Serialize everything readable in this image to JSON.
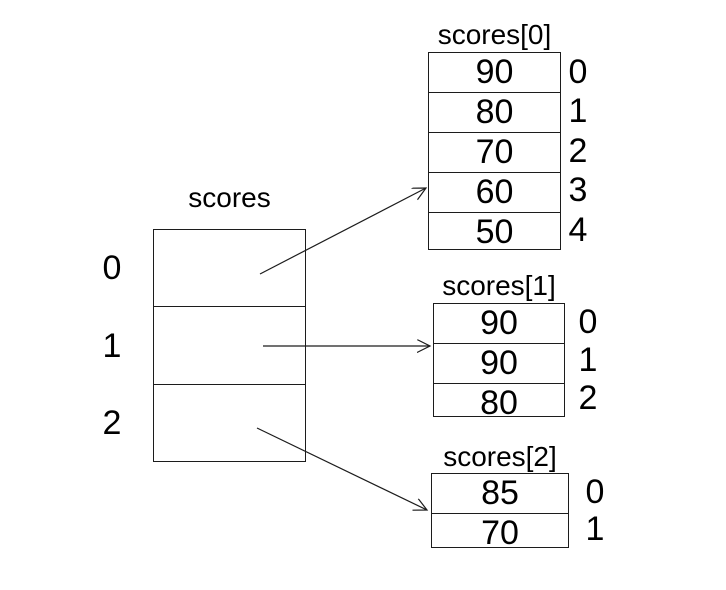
{
  "outer_array": {
    "title": "scores",
    "indices": [
      "0",
      "1",
      "2"
    ]
  },
  "inner_arrays": [
    {
      "title": "scores[0]",
      "values": [
        "90",
        "80",
        "70",
        "60",
        "50"
      ],
      "indices": [
        "0",
        "1",
        "2",
        "3",
        "4"
      ]
    },
    {
      "title": "scores[1]",
      "values": [
        "90",
        "90",
        "80"
      ],
      "indices": [
        "0",
        "1",
        "2"
      ]
    },
    {
      "title": "scores[2]",
      "values": [
        "85",
        "70"
      ],
      "indices": [
        "0",
        "1"
      ]
    }
  ],
  "references": [
    {
      "from_index": "0",
      "to": "scores[0]"
    },
    {
      "from_index": "1",
      "to": "scores[1]"
    },
    {
      "from_index": "2",
      "to": "scores[2]"
    }
  ],
  "colors": {
    "line": "#1c1c1c",
    "text": "#000000",
    "background": "#ffffff"
  }
}
